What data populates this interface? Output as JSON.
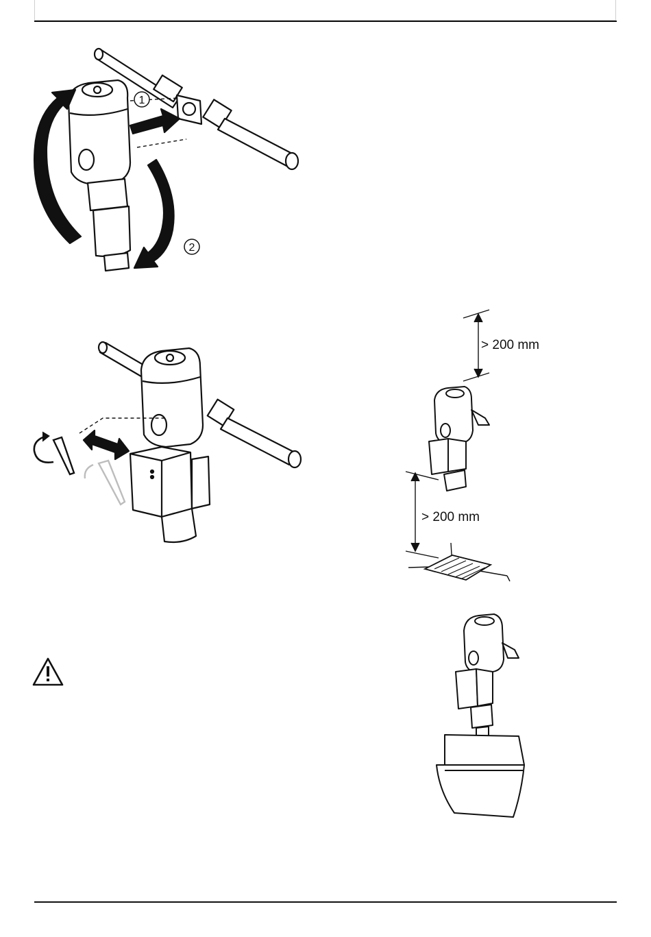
{
  "figures": {
    "fig1": {
      "step_labels": [
        "1",
        "2"
      ]
    },
    "fig4": {
      "clearance_top": "> 200 mm",
      "clearance_bottom": "> 200 mm"
    }
  },
  "icons": {
    "warning": "warning-triangle-icon",
    "rotate": "rotate-arrow-icon",
    "hex_key": "hex-key-icon",
    "double_arrow": "double-arrow-icon"
  },
  "colors": {
    "line": "#111111",
    "grey": "#bdbdbd",
    "fill": "#ffffff"
  }
}
